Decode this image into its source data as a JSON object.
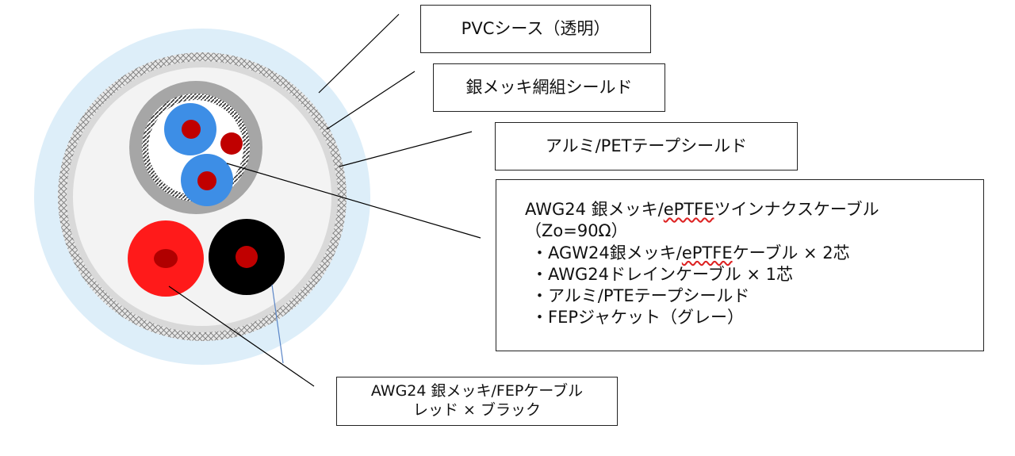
{
  "labels": {
    "pvc_sheath": "PVCシース（透明）",
    "silver_braid_shield": "銀メッキ網組シールド",
    "al_pet_tape_shield": "アルミ/PETテープシールド",
    "twinax": {
      "line1_prefix": "AWG24  銀メッキ/",
      "line1_underlined": "ePTFE",
      "line1_suffix": "ツインナクスケーブル",
      "line2": "（Zo=90Ω）",
      "bullet1_prefix": "・AGW24銀メッキ/",
      "bullet1_underlined": "ePTFE",
      "bullet1_suffix": "ケーブル  ×  2芯",
      "bullet2": "・AWG24ドレインケーブル  ×  1芯",
      "bullet3": "・アルミ/PTEテープシールド",
      "bullet4": "・FEPジャケット（グレー）"
    },
    "fep_cable": {
      "line1": "AWG24  銀メッキ/FEPケーブル",
      "line2": "レッド  ×  ブラック"
    }
  },
  "colors": {
    "pvc_sheath": "#ddeef9",
    "braid": "#cfcfcf",
    "al_pet_layer": "#d9d9d9",
    "twinax_jacket": "#a6a6a6",
    "twinax_shield_hatch": "#3a3a3a",
    "ptfe_insulation": "#3d8ee6",
    "conductor": "#c00000",
    "red_cable": "#ff1a1a",
    "black_cable": "#000000",
    "leader_line": "#000000",
    "leader_line_alt": "#5b86c8"
  }
}
